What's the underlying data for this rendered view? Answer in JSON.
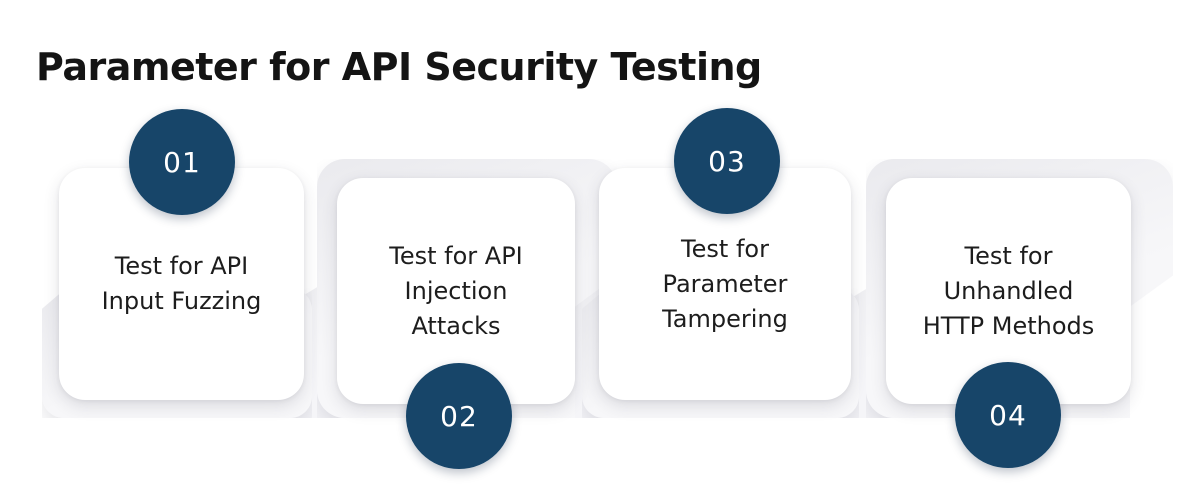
{
  "title": "Parameter for API Security Testing",
  "colors": {
    "accent_navy": "#174569",
    "number_text": "#ffffff",
    "card_background": "#ffffff",
    "ribbon_gray": "#f0f0f3",
    "title_text": "#141414",
    "body_text": "#1d1d1d"
  },
  "steps": [
    {
      "number": "01",
      "label": "Test for API\nInput Fuzzing",
      "circle_position": "top"
    },
    {
      "number": "02",
      "label": "Test for API\nInjection\nAttacks",
      "circle_position": "bottom"
    },
    {
      "number": "03",
      "label": "Test for\nParameter\nTampering",
      "circle_position": "top"
    },
    {
      "number": "04",
      "label": "Test for\nUnhandled\nHTTP Methods",
      "circle_position": "bottom"
    }
  ]
}
